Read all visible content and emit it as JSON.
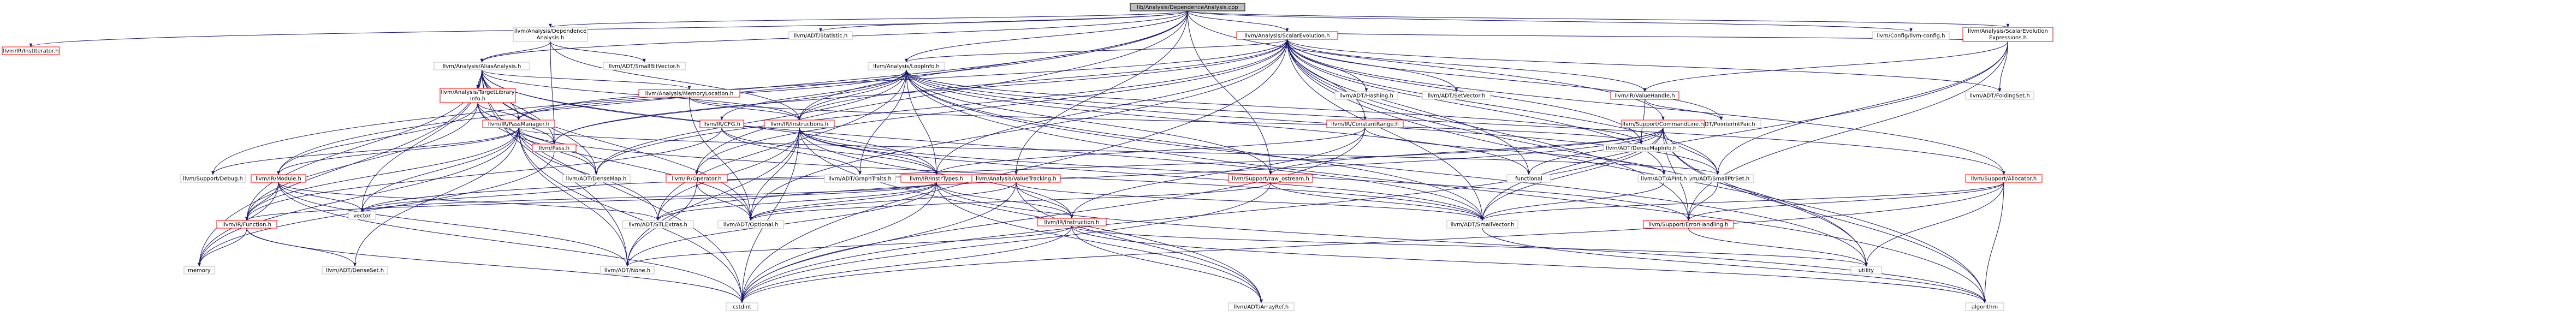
{
  "colors": {
    "edge": "#191970",
    "root_fill": "#bfbfbf",
    "root_border": "#000000",
    "documented_border": "#ff0000",
    "plain_border": "#bfbfbf",
    "fill": "#ffffff"
  },
  "nodes": [
    {
      "id": "root",
      "label": "lib/Analysis/DependenceAnalysis.cpp",
      "kind": "root"
    },
    {
      "id": "mrIterator",
      "label": "llvm/IR/InstIterator.h",
      "kind": "red"
    },
    {
      "id": "dep_h",
      "label": [
        "llvm/Analysis/Dependence",
        "Analysis.h"
      ],
      "kind": "gray"
    },
    {
      "id": "stat",
      "label": "llvm/ADT/Statistic.h",
      "kind": "gray"
    },
    {
      "id": "scev",
      "label": "llvm/Analysis/ScalarEvolution.h",
      "kind": "red"
    },
    {
      "id": "config",
      "label": "llvm/Config/llvm-config.h",
      "kind": "gray"
    },
    {
      "id": "scevexpr",
      "label": [
        "llvm/Analysis/ScalarEvolution",
        "Expressions.h"
      ],
      "kind": "red"
    },
    {
      "id": "aa",
      "label": "llvm/Analysis/AliasAnalysis.h",
      "kind": "gray"
    },
    {
      "id": "smallbv",
      "label": "llvm/ADT/SmallBitVector.h",
      "kind": "gray"
    },
    {
      "id": "tli",
      "label": [
        "llvm/Analysis/TargetLibrary",
        "Info.h"
      ],
      "kind": "red"
    },
    {
      "id": "memloc",
      "label": "llvm/Analysis/MemoryLocation.h",
      "kind": "red"
    },
    {
      "id": "loopinfo",
      "label": "llvm/Analysis/LoopInfo.h",
      "kind": "gray"
    },
    {
      "id": "hashing",
      "label": "llvm/ADT/Hashing.h",
      "kind": "gray"
    },
    {
      "id": "setvector",
      "label": "llvm/ADT/SetVector.h",
      "kind": "gray"
    },
    {
      "id": "valuehandle",
      "label": "llvm/IR/ValueHandle.h",
      "kind": "red"
    },
    {
      "id": "foldingset",
      "label": "llvm/ADT/FoldingSet.h",
      "kind": "gray"
    },
    {
      "id": "pointerintpair",
      "label": "llvm/ADT/PointerIntPair.h",
      "kind": "gray"
    },
    {
      "id": "densemapinfo",
      "label": "llvm/ADT/DenseMapInfo.h",
      "kind": "gray"
    },
    {
      "id": "smallptrset",
      "label": "llvm/ADT/SmallPtrSet.h",
      "kind": "gray"
    },
    {
      "id": "apint",
      "label": "llvm/ADT/APInt.h",
      "kind": "gray"
    },
    {
      "id": "passmanager",
      "label": "llvm/IR/PassManager.h",
      "kind": "red"
    },
    {
      "id": "pass",
      "label": "llvm/Pass.h",
      "kind": "red"
    },
    {
      "id": "instructions",
      "label": "llvm/IR/Instructions.h",
      "kind": "red"
    },
    {
      "id": "cfg",
      "label": "llvm/IR/CFG.h",
      "kind": "red"
    },
    {
      "id": "constrange",
      "label": "llvm/IR/ConstantRange.h",
      "kind": "red"
    },
    {
      "id": "cmdline",
      "label": "llvm/Support/CommandLine.h",
      "kind": "red"
    },
    {
      "id": "functional",
      "label": "functional",
      "kind": "gray"
    },
    {
      "id": "debug",
      "label": "llvm/Support/Debug.h",
      "kind": "gray"
    },
    {
      "id": "module",
      "label": "llvm/IR/Module.h",
      "kind": "red"
    },
    {
      "id": "densemap",
      "label": "llvm/ADT/DenseMap.h",
      "kind": "gray"
    },
    {
      "id": "operator",
      "label": "llvm/IR/Operator.h",
      "kind": "red"
    },
    {
      "id": "graphtraits",
      "label": "llvm/ADT/GraphTraits.h",
      "kind": "gray"
    },
    {
      "id": "insttypes",
      "label": "llvm/IR/InstrTypes.h",
      "kind": "red"
    },
    {
      "id": "valuetracking",
      "label": "llvm/Analysis/ValueTracking.h",
      "kind": "red"
    },
    {
      "id": "rawostream",
      "label": "llvm/Support/raw_ostream.h",
      "kind": "red"
    },
    {
      "id": "allocator",
      "label": "llvm/Support/Allocator.h",
      "kind": "red"
    },
    {
      "id": "vector",
      "label": "vector",
      "kind": "gray"
    },
    {
      "id": "function",
      "label": "llvm/IR/Function.h",
      "kind": "red"
    },
    {
      "id": "stlextras",
      "label": "llvm/ADT/STLExtras.h",
      "kind": "gray"
    },
    {
      "id": "optional",
      "label": "llvm/ADT/Optional.h",
      "kind": "gray"
    },
    {
      "id": "instruction",
      "label": "llvm/IR/Instruction.h",
      "kind": "red"
    },
    {
      "id": "smallvector",
      "label": "llvm/ADT/SmallVector.h",
      "kind": "gray"
    },
    {
      "id": "errorhandling",
      "label": "llvm/Support/ErrorHandling.h",
      "kind": "red"
    },
    {
      "id": "memory",
      "label": "memory",
      "kind": "gray"
    },
    {
      "id": "denseset",
      "label": "llvm/ADT/DenseSet.h",
      "kind": "gray"
    },
    {
      "id": "none",
      "label": "llvm/ADT/None.h",
      "kind": "gray"
    },
    {
      "id": "cstdint",
      "label": "cstdint",
      "kind": "gray"
    },
    {
      "id": "arrayref",
      "label": "llvm/ADT/ArrayRef.h",
      "kind": "gray"
    },
    {
      "id": "utility",
      "label": "utility",
      "kind": "gray"
    },
    {
      "id": "algorithm",
      "label": "algorithm",
      "kind": "gray"
    }
  ]
}
